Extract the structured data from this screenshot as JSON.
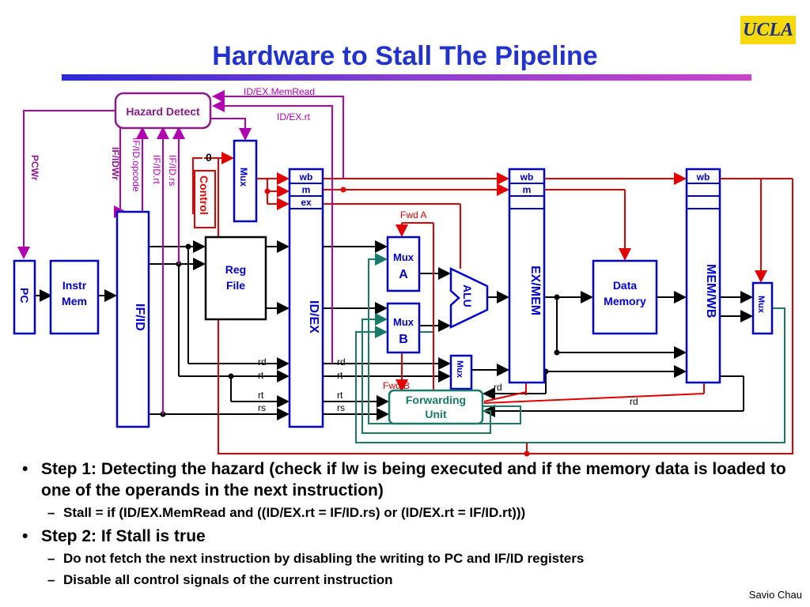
{
  "title": "Hardware to Stall The Pipeline",
  "logo": "UCLA",
  "author": "Savio Chau",
  "colors": {
    "title": "#2233cc",
    "blue_box": "#0000cc",
    "red_wire": "#e00000",
    "purple_wire": "#b000b0",
    "teal_wire": "#1a7a6a",
    "hazard_box": "#8a1a8a"
  },
  "diagram": {
    "hazard_detect": "Hazard Detect",
    "memread_label": "ID/EX.MemRead",
    "idex_rt_label": "ID/EX.rt",
    "pcwr": "PCWr",
    "ifidwr": "IF/IDWr",
    "ifid_opcode": "IF/ID.opcode",
    "ifid_rt": "IF/ID.rt",
    "ifid_rs": "IF/ID.rs",
    "zero": "0",
    "mux": "Mux",
    "control": "Control",
    "pc": "PC",
    "instr_mem_1": "Instr",
    "instr_mem_2": "Mem",
    "if_id": "IF/ID",
    "reg_file_1": "Reg",
    "reg_file_2": "File",
    "id_ex": "ID/EX",
    "wb": "wb",
    "m": "m",
    "ex": "ex",
    "fwd_a": "Fwd A",
    "fwd_b": "Fwd B",
    "mux_a_top": "Mux",
    "mux_a_letter": "A",
    "mux_b_top": "Mux",
    "mux_b_letter": "B",
    "alu": "ALU",
    "ex_mem": "EX/MEM",
    "data_mem_1": "Data",
    "data_mem_2": "Memory",
    "mem_wb": "MEM/WB",
    "forwarding_1": "Forwarding",
    "forwarding_2": "Unit",
    "rd": "rd",
    "rt": "rt",
    "rs": "rs"
  },
  "bullets": [
    {
      "text": "Step 1: Detecting the hazard (check if lw is being executed and if the memory data is loaded to one of the operands in the next instruction)",
      "sub": [
        "Stall = if (ID/EX.MemRead and ((ID/EX.rt = IF/ID.rs) or (ID/EX.rt = IF/ID.rt)))"
      ]
    },
    {
      "text": "Step 2: If Stall is true",
      "sub": [
        "Do not fetch the next instruction by disabling the writing to PC and IF/ID registers",
        "Disable all control signals of the current instruction"
      ]
    }
  ]
}
